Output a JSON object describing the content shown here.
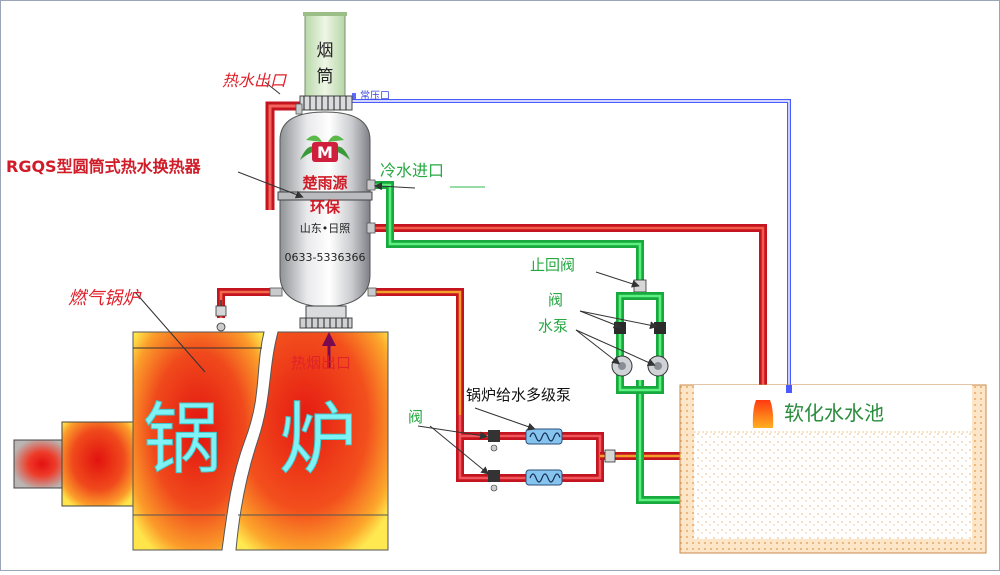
{
  "labels": {
    "chimney_char1": "烟",
    "chimney_char2": "筒",
    "hot_water_outlet": "热水出口",
    "atmospheric_port": "常压口",
    "exchanger_model": "RGQS型圆筒式热水换热器",
    "cold_water_inlet": "冷水进口",
    "company_name1": "楚雨源",
    "company_name2": "环保",
    "company_location": "山东•日照",
    "company_phone": "0633-5336366",
    "logo_letter": "M",
    "gas_boiler": "燃气锅炉",
    "flue_gas_outlet": "热烟出口",
    "check_valve": "止回阀",
    "valve_top": "阀",
    "water_pump": "水泵",
    "feed_pump": "锅炉给水多级泵",
    "valve_left": "阀",
    "soft_water_tank": "软化水水池",
    "boiler_char1": "锅",
    "boiler_char2": "炉"
  },
  "colors": {
    "hot_pipe": "#d8283a",
    "cold_pipe": "#1cc34a",
    "vent_pipe": "#5a6cff",
    "label_red": "#e0202a",
    "label_green": "#27a843",
    "label_dark": "#222222",
    "boiler_core": "#e8231a",
    "boiler_edge": "#ffd640",
    "tank_fill": "#fbe1c4",
    "tank_wall": "#e2a86a"
  }
}
